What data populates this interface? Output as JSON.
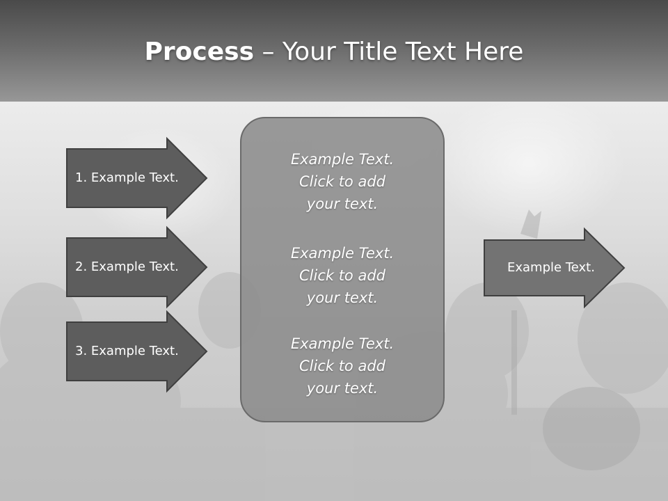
{
  "slide": {
    "title_bold": "Process",
    "title_rest": " – Your Title Text Here"
  },
  "inputs": [
    {
      "label": "1. Example Text."
    },
    {
      "label": "2. Example Text."
    },
    {
      "label": "3. Example Text."
    }
  ],
  "center": {
    "items": [
      {
        "text": "Example Text.\nClick  to add\nyour text."
      },
      {
        "text": "Example Text.\nClick  to add\nyour text."
      },
      {
        "text": "Example Text.\nClick  to add\nyour text."
      }
    ]
  },
  "output": {
    "label": "Example Text."
  },
  "colors": {
    "arrow_dark": "#5d5d5d",
    "arrow_output": "#737373",
    "box_fill": "#8c8c8c",
    "outline": "#3f3f3f"
  }
}
